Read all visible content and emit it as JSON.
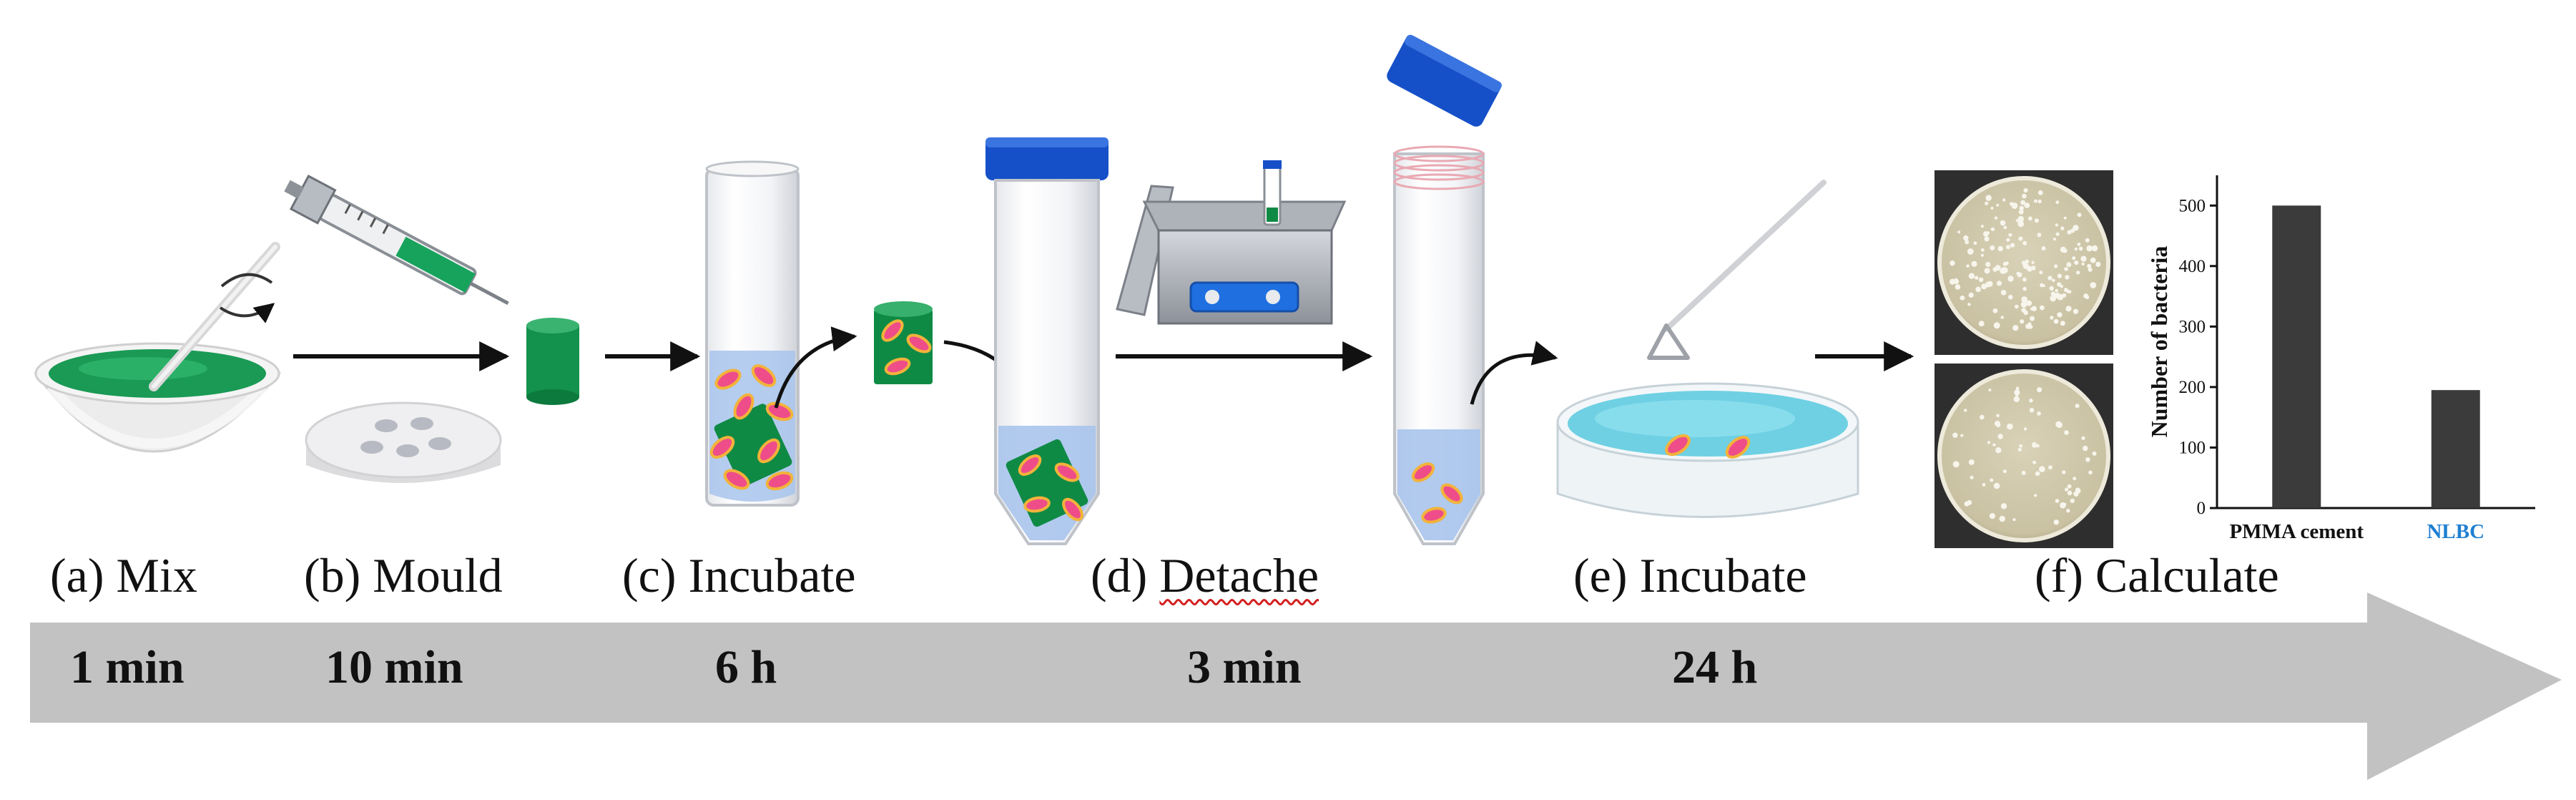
{
  "steps": [
    {
      "label": "(a) Mix",
      "duration": "1 min"
    },
    {
      "label": "(b) Mould",
      "duration": "10 min"
    },
    {
      "label": "(c) Incubate",
      "duration": "6 h"
    },
    {
      "label_prefix": "(d) ",
      "label_word": "Detache",
      "duration": "3 min"
    },
    {
      "label": "(e) Incubate",
      "duration": "24 h"
    },
    {
      "label": "(f) Calculate",
      "duration": ""
    }
  ],
  "colors": {
    "arrow": "#c2c2c2",
    "bone_cement": "#10904a",
    "bacteria": "#ee4d8a",
    "bacteria_outline": "#f2b33a",
    "cap": "#1550c8",
    "liquid": "#a8c4ec",
    "bar": "#3b3b3b",
    "nlbc_label": "#1f7fd1"
  },
  "chart_data": {
    "type": "bar",
    "categories": [
      "PMMA cement",
      "NLBC"
    ],
    "values": [
      500,
      195
    ],
    "ylabel": "Number of bacteria",
    "xlabel": "",
    "ylim": [
      0,
      550
    ],
    "yticks": [
      0,
      100,
      200,
      300,
      400,
      500
    ],
    "category_colors": [
      "#111111",
      "#1f7fd1"
    ],
    "grid": false
  }
}
